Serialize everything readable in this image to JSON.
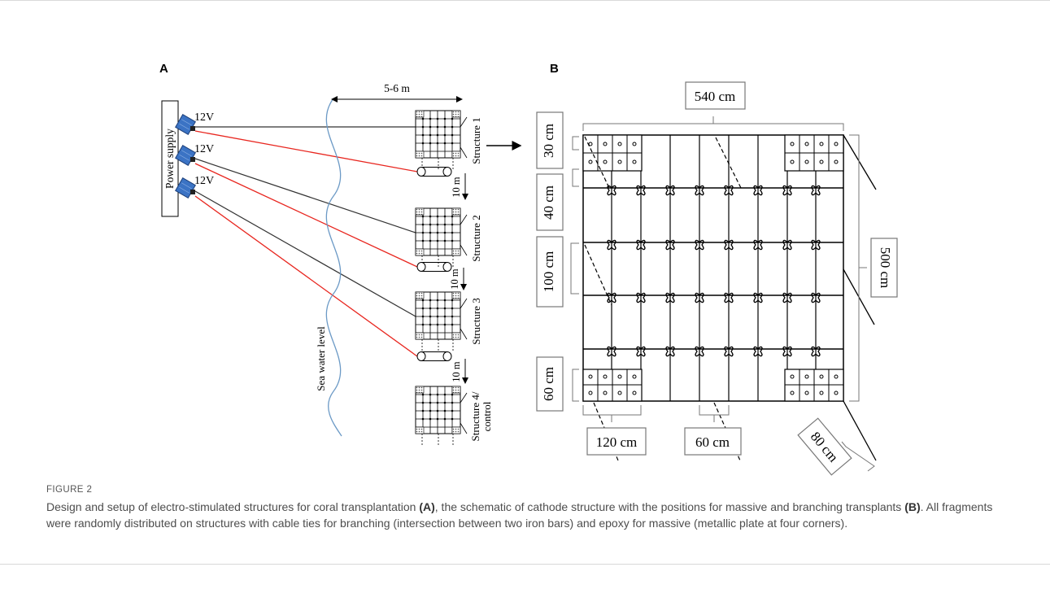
{
  "figure": {
    "panel_a_letter": "A",
    "panel_b_letter": "B",
    "panel_a": {
      "power_supply": "Power supply",
      "voltage": "12V",
      "distance_top": "5-6 m",
      "spacing": "10 m",
      "sea_level": "Sea water level",
      "structures": [
        "Structure 1",
        "Structure 2",
        "Structure 3",
        "Structure 4/",
        "control"
      ],
      "colors": {
        "anode_wire": "#e8261f",
        "cathode_wire": "#333333",
        "water": "#6c9ac6",
        "panel": "#3b73c4"
      }
    },
    "panel_b": {
      "width": "540 cm",
      "height": "500 cm",
      "d30": "30 cm",
      "d40": "40 cm",
      "d100": "100 cm",
      "d60": "60 cm",
      "d120": "120 cm",
      "d60_bottom": "60 cm",
      "d80": "80 cm"
    }
  },
  "caption": {
    "label": "FIGURE 2",
    "t1": "Design and setup of electro-stimulated structures for coral transplantation ",
    "b1": "(A)",
    "t2": ", the schematic of cathode structure with the positions for massive and branching transplants ",
    "b2": "(B)",
    "t3": ". All fragments were randomly distributed on structures with cable ties for branching (intersection between two iron bars) and epoxy for massive (metallic plate at four corners)."
  }
}
